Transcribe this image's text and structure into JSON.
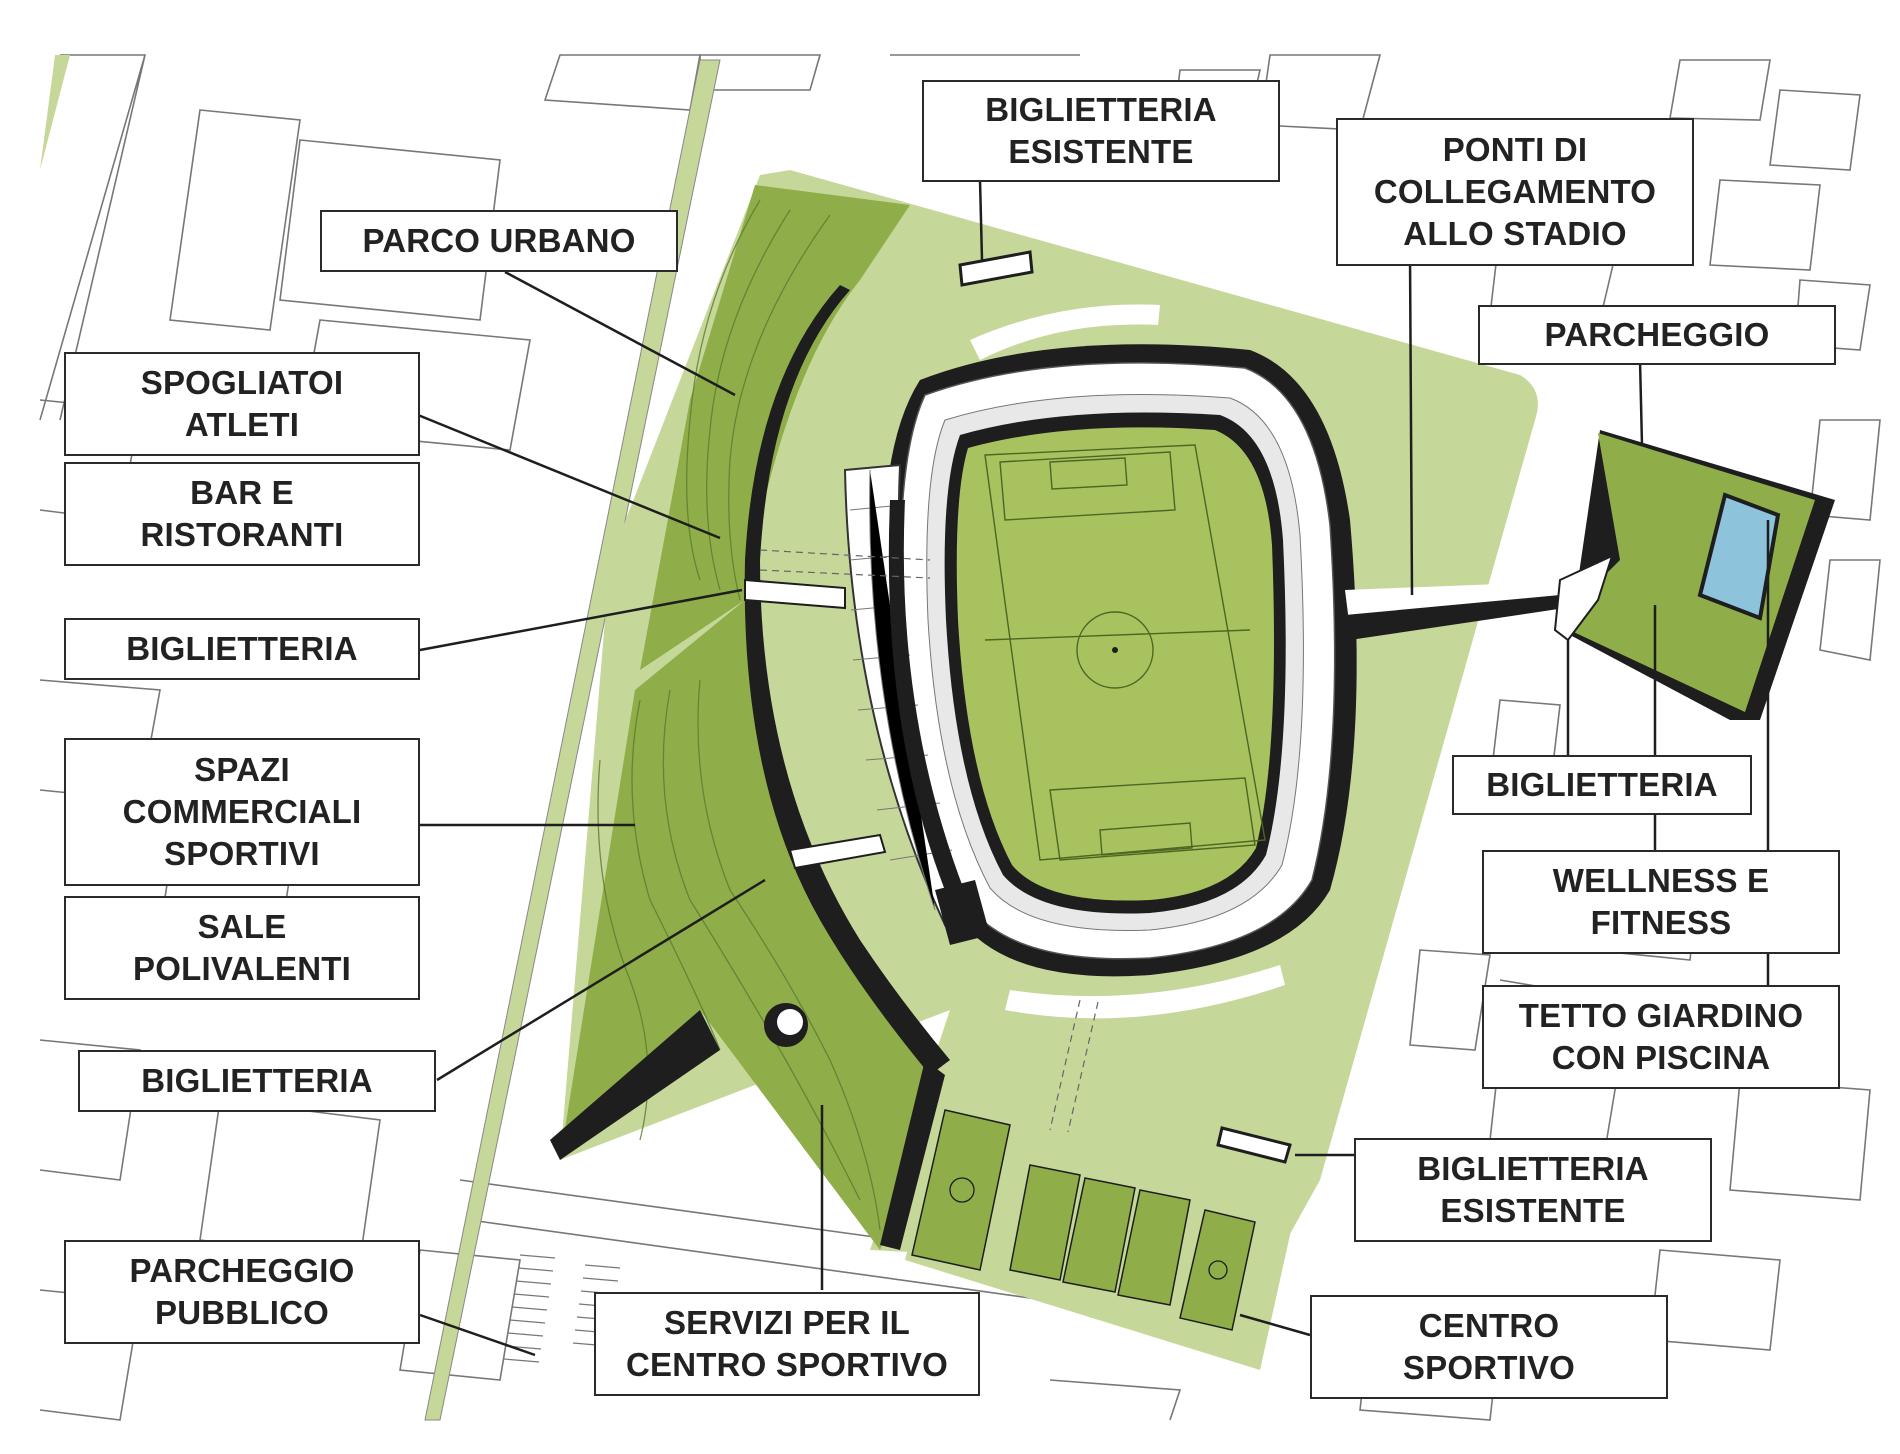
{
  "labels": {
    "biglietteria_esistente_top": [
      "BIGLIETTERIA",
      "ESISTENTE"
    ],
    "ponti": [
      "PONTI DI",
      "COLLEGAMENTO",
      "ALLO STADIO"
    ],
    "parco_urbano": [
      "PARCO URBANO"
    ],
    "parcheggio": [
      "PARCHEGGIO"
    ],
    "spogliatoi": [
      "SPOGLIATOI",
      "ATLETI"
    ],
    "bar": [
      "BAR E",
      "RISTORANTI"
    ],
    "biglietteria_left": [
      "BIGLIETTERIA"
    ],
    "spazi": [
      "SPAZI",
      "COMMERCIALI",
      "SPORTIVI"
    ],
    "sale": [
      "SALE",
      "POLIVALENTI"
    ],
    "biglietteria_left_low": [
      "BIGLIETTERIA"
    ],
    "parcheggio_pubblico": [
      "PARCHEGGIO",
      "PUBBLICO"
    ],
    "servizi": [
      "SERVIZI PER IL",
      "CENTRO SPORTIVO"
    ],
    "biglietteria_right": [
      "BIGLIETTERIA"
    ],
    "wellness": [
      "WELLNESS E",
      "FITNESS"
    ],
    "tetto": [
      "TETTO GIARDINO",
      "CON PISCINA"
    ],
    "biglietteria_esistente_bottom": [
      "BIGLIETTERIA",
      "ESISTENTE"
    ],
    "centro_sportivo": [
      "CENTRO",
      "SPORTIVO"
    ]
  },
  "colors": {
    "light_green": "#c6d79a",
    "park_green": "#8fae4a",
    "field_green": "#a7c25e",
    "dark": "#1e1e1e",
    "pool": "#8ec3dc",
    "outline": "#666666"
  }
}
